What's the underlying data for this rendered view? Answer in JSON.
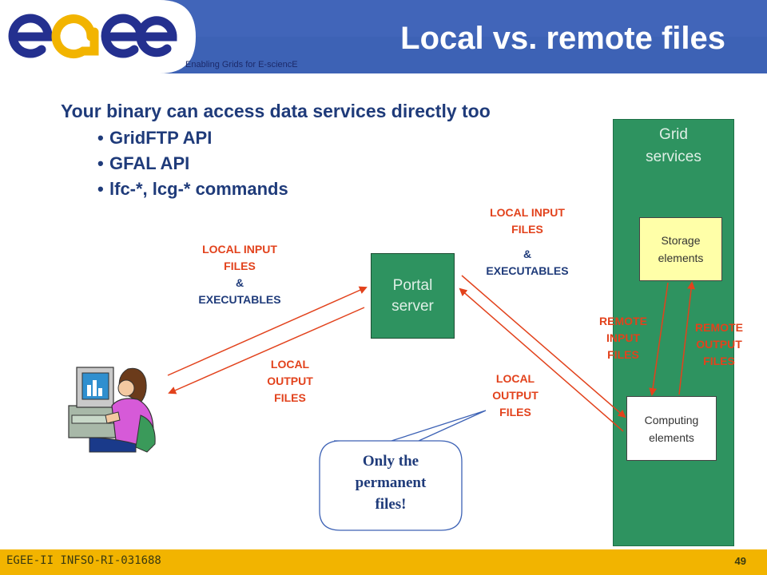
{
  "header": {
    "logo_text": "egee",
    "tagline": "Enabling Grids for E-sciencE",
    "title": "Local vs. remote files",
    "band_color": "#3d62b5",
    "logo_color": "#24308f",
    "logo_accent": "#f2b400"
  },
  "intro": "Your binary can access data services directly too",
  "bullets": [
    "GridFTP API",
    "GFAL API",
    "lfc-*, lcg-* commands"
  ],
  "grid_services": {
    "label_line1": "Grid",
    "label_line2": "services",
    "storage_line1": "Storage",
    "storage_line2": "elements",
    "computing_line1": "Computing",
    "computing_line2": "elements"
  },
  "portal": {
    "line1": "Portal",
    "line2": "server"
  },
  "labels": {
    "user_input_line1": "LOCAL INPUT",
    "user_input_line2": "FILES",
    "user_input_amp": "&",
    "user_input_exec": "EXECUTABLES",
    "user_output_line1": "LOCAL",
    "user_output_line2": "OUTPUT",
    "user_output_line3": "FILES",
    "ce_input_line1": "LOCAL INPUT",
    "ce_input_line2": "FILES",
    "ce_input_amp": "&",
    "ce_input_exec": "EXECUTABLES",
    "ce_output_line1": "LOCAL",
    "ce_output_line2": "OUTPUT",
    "ce_output_line3": "FILES",
    "remote_input_line1": "REMOTE",
    "remote_input_line2": "INPUT",
    "remote_input_line3": "FILES",
    "remote_output_line1": "REMOTE",
    "remote_output_line2": "OUTPUT",
    "remote_output_line3": "FILES"
  },
  "callout": {
    "line1": "Only the",
    "line2": "permanent",
    "line3": "files!"
  },
  "footer": {
    "left": "EGEE-II INFSO-RI-031688",
    "page": "49"
  },
  "colors": {
    "green": "#2e9360",
    "yellow_box": "#ffffa8",
    "red": "#e2421c",
    "blue_text": "#1f3b7a",
    "footer": "#f2b400"
  }
}
